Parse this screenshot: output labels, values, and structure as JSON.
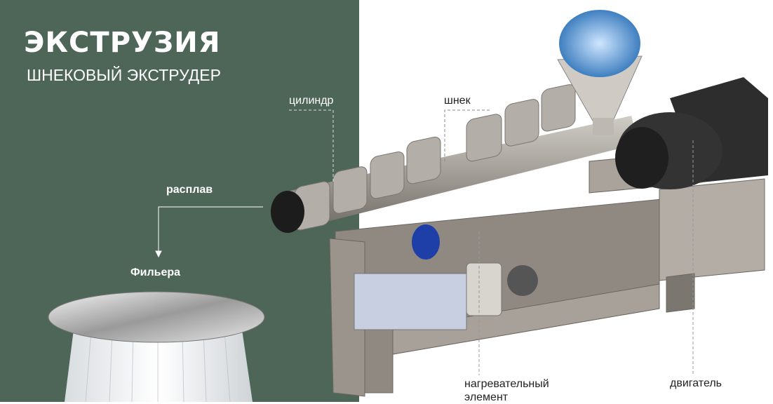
{
  "slide": {
    "title": "ЭКСТРУЗИЯ",
    "subtitle": "ШНЕКОВЫЙ ЭКСТРУДЕР"
  },
  "labels": {
    "cylinder": "цилиндр",
    "screw": "шнек",
    "melt": "расплав",
    "die": "Фильера",
    "heater": "нагревательный элемент",
    "heater_line1": "нагревательный",
    "heater_line2": "элемент",
    "motor": "двигатель"
  },
  "colors": {
    "panel_bg": "#4d6658",
    "frame": "#9a948c",
    "barrel": "#a9a49e",
    "motor": "#2b2b2b",
    "pellets": "#6fa6d8"
  }
}
